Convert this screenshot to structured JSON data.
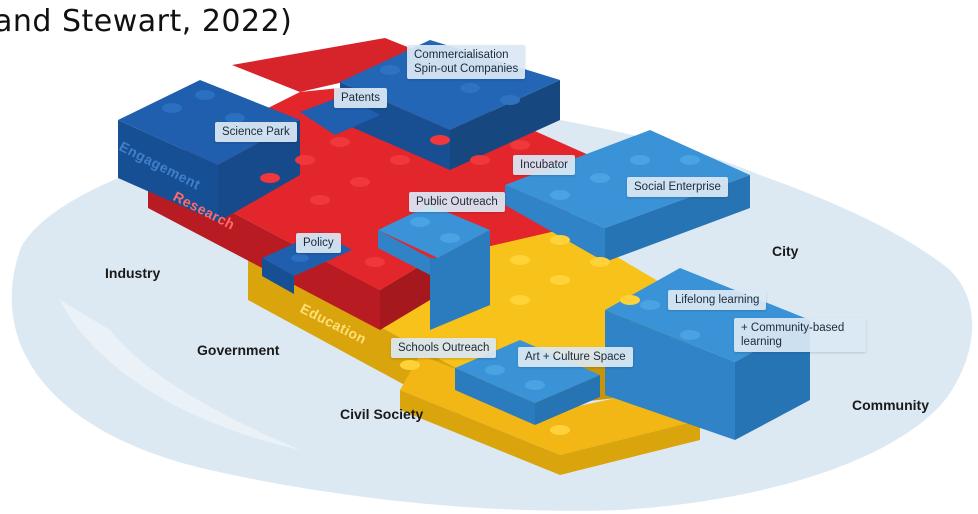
{
  "caption": "and Stewart, 2022)",
  "layers": {
    "engagement": "Engagement",
    "research": "Research",
    "education": "Education"
  },
  "labels": {
    "commercialisation": [
      "Commercialisation",
      "Spin-out Companies"
    ],
    "patents": "Patents",
    "science_park": "Science Park",
    "incubator": "Incubator",
    "social_enterprise": "Social Enterprise",
    "public_outreach": "Public Outreach",
    "policy": "Policy",
    "lifelong_learning": "Lifelong learning",
    "community_based": [
      "+ Community-based",
      "learning"
    ],
    "schools_outreach": "Schools Outreach",
    "art_culture": "Art + Culture Space"
  },
  "regions": {
    "industry": "Industry",
    "government": "Government",
    "civil_society": "Civil Society",
    "city": "City",
    "community": "Community"
  },
  "colors": {
    "background_island": "#dce9f3",
    "dark_blue": "#1f5fae",
    "light_blue": "#3a93d6",
    "red": "#e3262c",
    "yellow": "#f7c21a",
    "label_bg": "#dae8f4"
  }
}
